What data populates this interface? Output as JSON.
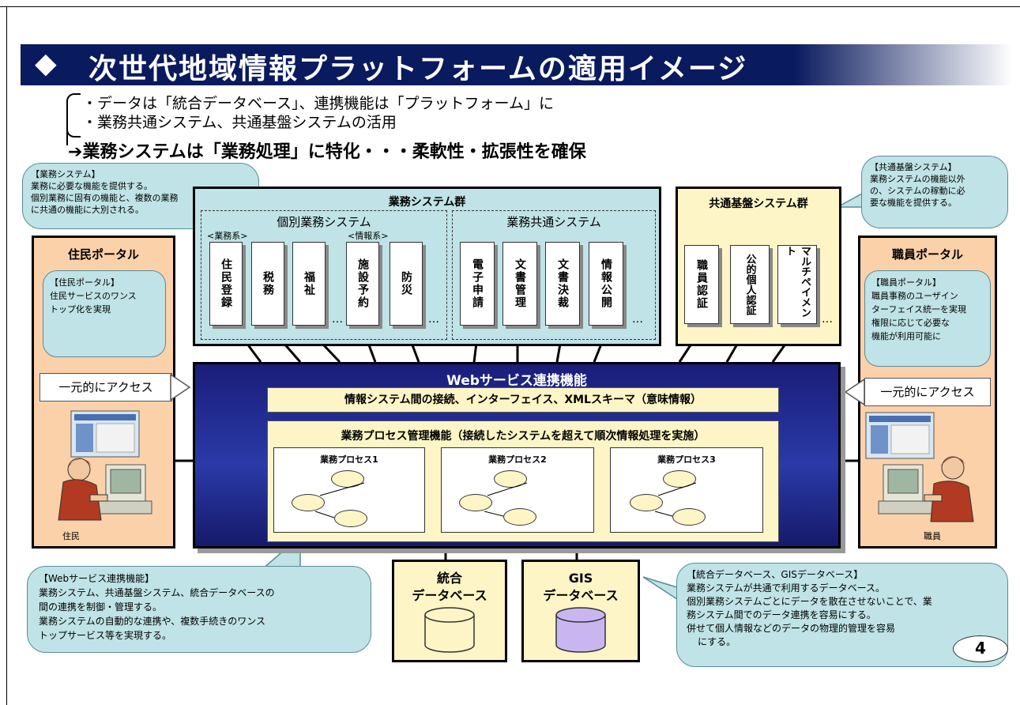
{
  "title": "次世代地域情報プラットフォームの適用イメージ",
  "title_marker": "◆",
  "bullets": [
    "・データは「統合データベース」、連携機能は「プラットフォーム」に",
    "・業務共通システム、共通基盤システムの活用"
  ],
  "conclusion": "業務システムは「業務処理」に特化・・・柔軟性・拡張性を確保",
  "callouts": {
    "gyomu_system": {
      "head": "【業務システム】",
      "lines": [
        "業務に必要な機能を提供する。",
        "個別業務に固有の機能と、複数の業務",
        "に共通の機能に大別される。"
      ]
    },
    "kyotsu_kiban": {
      "head": "【共通基盤システム】",
      "lines": [
        "業務システムの機能以外",
        "の、システムの稼動に必",
        "要な機能を提供する。"
      ]
    },
    "web_service": {
      "head": "【Webサービス連携機能】",
      "lines": [
        "業務システム、共通基盤システム、統合データベースの",
        "間の連携を制御・管理する。",
        "業務システムの自動的な連携や、複数手続きのワンス",
        "トップサービス等を実現する。"
      ]
    },
    "database": {
      "head": "【統合データベース、GISデータベース】",
      "lines": [
        "業務システムが共通で利用するデータベース。",
        "個別業務システムごとにデータを散在させないことで、業",
        "務システム間でのデータ連携を容易にする。",
        "併せて個人情報などのデータの物理的管理を容易",
        "にする。"
      ]
    }
  },
  "resident_portal": {
    "title": "住民ポータル",
    "callout_head": "【住民ポータル】",
    "callout_lines": [
      "住民サービスのワンス",
      "トップ化を実現"
    ],
    "access": "一元的にアクセス",
    "person": "住民"
  },
  "staff_portal": {
    "title": "職員ポータル",
    "callout_head": "【職員ポータル】",
    "callout_lines": [
      "職員事務のユーザイン",
      "ターフェイス統一を実現",
      "権限に応じて必要な",
      "機能が利用可能に"
    ],
    "access": "一元的にアクセス",
    "person": "職員"
  },
  "gyomu_group": {
    "title": "業務システム群",
    "individual": {
      "title": "個別業務システム",
      "sub1": "<業務系>",
      "sub2": "<情報系>",
      "systems": [
        "住民登録",
        "税務",
        "福祉",
        "施設予約",
        "防災"
      ]
    },
    "shared": {
      "title": "業務共通システム",
      "systems": [
        "電子申請",
        "文書管理",
        "文書決裁",
        "情報公開"
      ]
    },
    "dots": "…"
  },
  "common_group": {
    "title": "共通基盤システム群",
    "systems": [
      "職員認証",
      "公的個人認証",
      "マルチペイメント"
    ]
  },
  "web_service": {
    "title": "Webサービス連携機能",
    "bar1": "情報システム間の接続、インターフェイス、XMLスキーマ（意味情報）",
    "bar2": "業務プロセス管理機能（接続したシステムを超えて順次情報処理を実施）",
    "processes": [
      "業務プロセス1",
      "業務プロセス2",
      "業務プロセス3"
    ]
  },
  "databases": [
    {
      "line1": "統合",
      "line2": "データベース",
      "color": "#fdf5c6"
    },
    {
      "line1": "GIS",
      "line2": "データベース",
      "color": "#c9b6f0"
    }
  ],
  "page_number": "4",
  "colors": {
    "navy": "#0a1a5e",
    "callout": "#bfe3e6",
    "portal": "#fbd1a9",
    "cream": "#fdf5c6"
  }
}
